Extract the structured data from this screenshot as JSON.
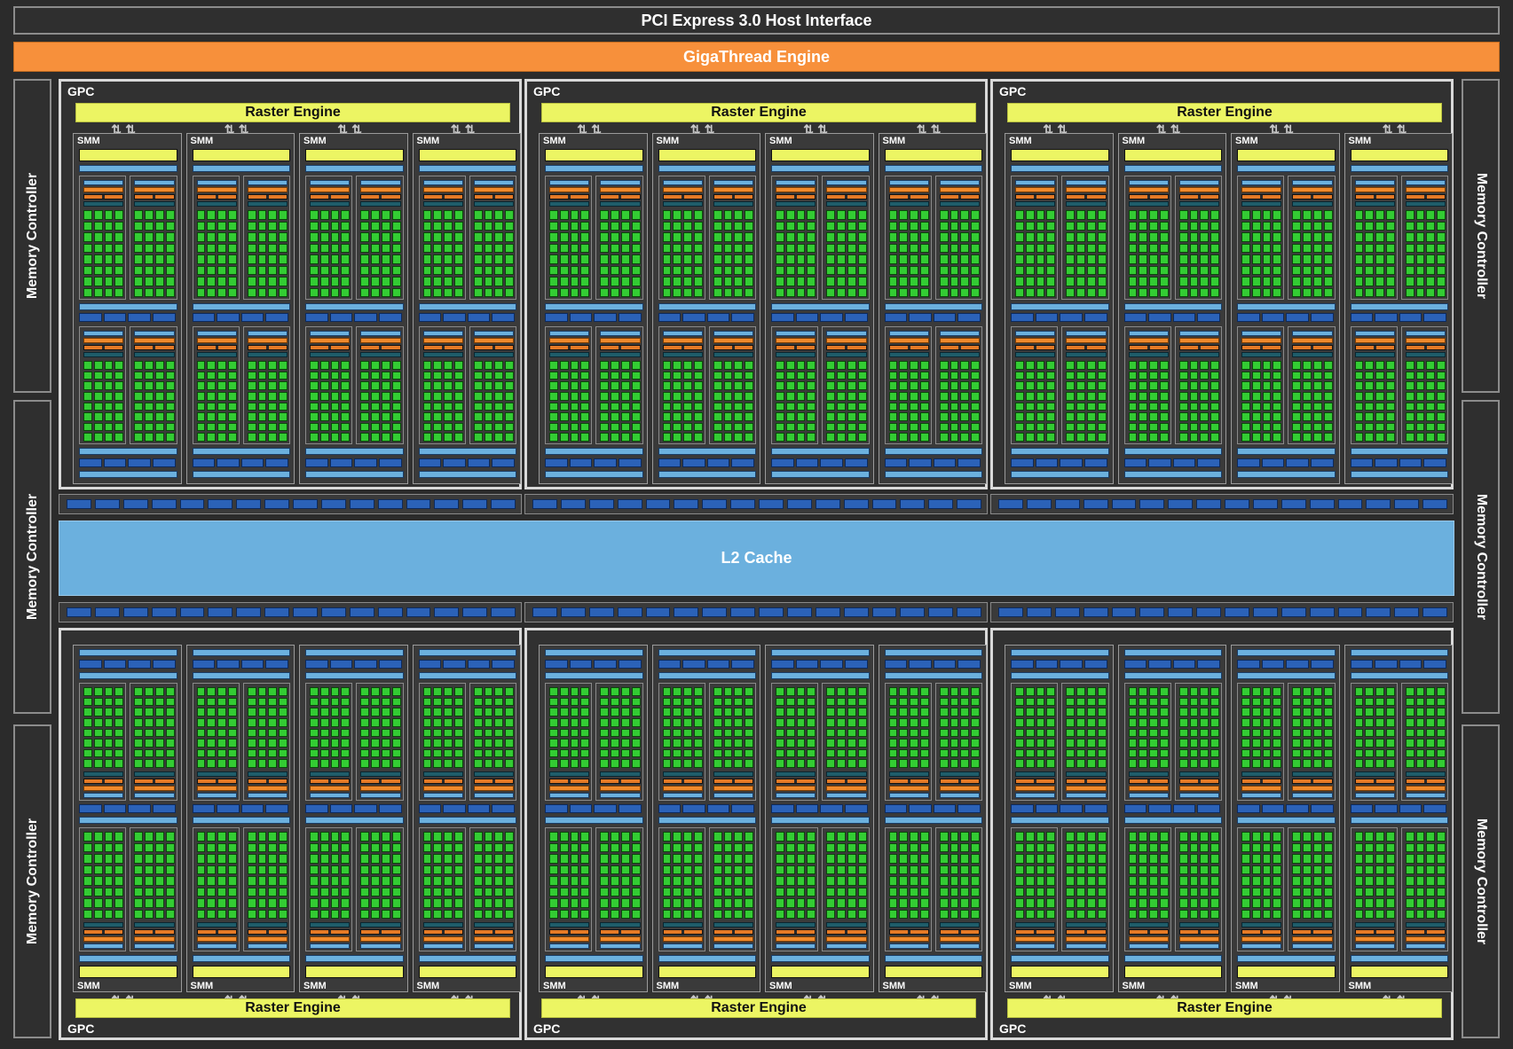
{
  "host_interface": {
    "label": "PCI Express 3.0 Host Interface"
  },
  "gigathread": {
    "label": "GigaThread Engine"
  },
  "l2_cache": {
    "label": "L2 Cache"
  },
  "memory_controller": {
    "label": "Memory Controller",
    "count_left": 3,
    "count_right": 3
  },
  "gpc": {
    "label": "GPC",
    "count": 6
  },
  "raster_engine": {
    "label": "Raster Engine"
  },
  "smm": {
    "label": "SMM",
    "per_gpc": 4
  },
  "arrow_glyph": "⇅",
  "colors": {
    "background": "#2b2b2b",
    "gigathread": "#f7903b",
    "raster": "#ecf563",
    "l2_cache": "#6bb0de",
    "core": "#33cc33",
    "load_store": "#f08a2c",
    "register_file": "#2b62b8"
  }
}
